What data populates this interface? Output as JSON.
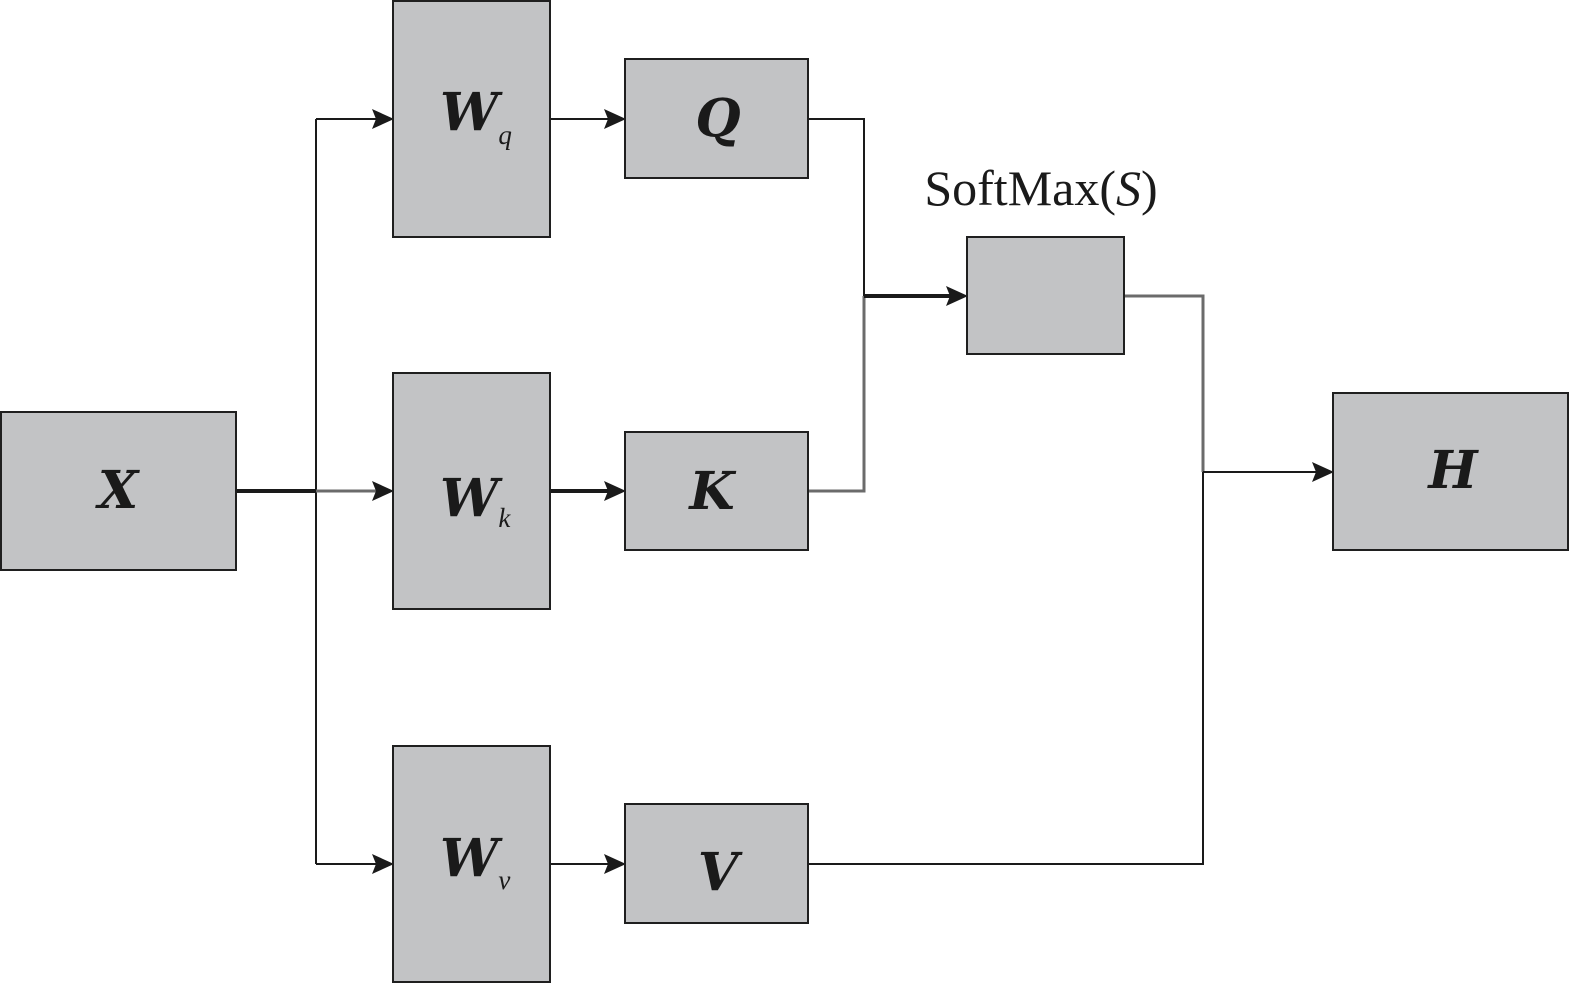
{
  "nodes": {
    "x": {
      "label": "X"
    },
    "wq": {
      "label": "W",
      "sub": "q"
    },
    "wk": {
      "label": "W",
      "sub": "k"
    },
    "wv": {
      "label": "W",
      "sub": "v"
    },
    "q": {
      "label": "Q"
    },
    "k": {
      "label": "K"
    },
    "v": {
      "label": "V"
    },
    "softmax": {
      "label": ""
    },
    "h": {
      "label": "H"
    }
  },
  "softmax_caption": {
    "prefix": "SoftMax(",
    "var": "S",
    "suffix": ")"
  },
  "colors": {
    "box_fill": "#c2c3c5",
    "line": "#1a1a1a"
  }
}
